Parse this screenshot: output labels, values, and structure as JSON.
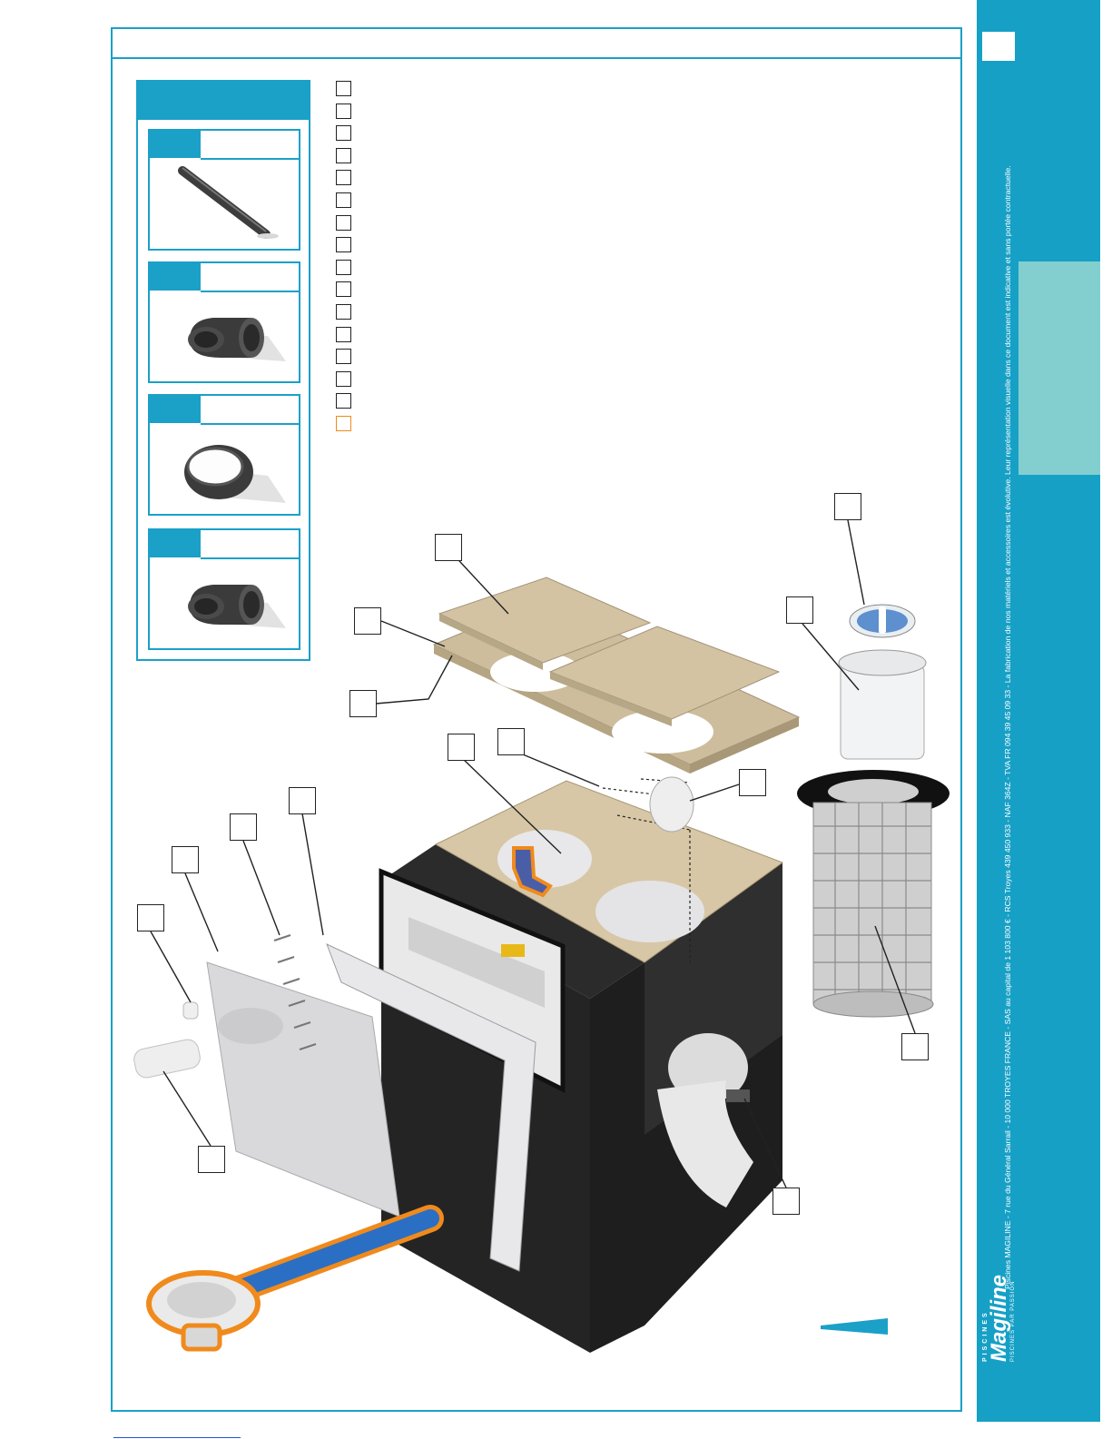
{
  "document": {
    "legal_notice": "Piscines MAGILINE - 7 rue du Général Sarrail - 10 000 TROYES FRANCE - SAS au capital de 1 103 800 € - RCS Troyes 439 450 933 - NAF 364Z - TVA FR 094 39 45 09 33 - La fabrication de nos matériels et accessoires est évolutive. Leur représentation visuelle dans ce document est indicative et sans portée contractuelle.",
    "brand": {
      "top": "PISCINES",
      "name": "Magiline",
      "tagline": "PISCINES PAR PASSION"
    }
  },
  "accessories": [
    {
      "icon": "pipe-icon"
    },
    {
      "icon": "elbow-fitting-icon"
    },
    {
      "icon": "sleeve-fitting-icon"
    },
    {
      "icon": "elbow-fitting-icon"
    }
  ],
  "checklist_count": 16,
  "colors": {
    "accent": "#1ba0c8",
    "tab": "#83cfcf",
    "highlight": "#f08a1c"
  }
}
